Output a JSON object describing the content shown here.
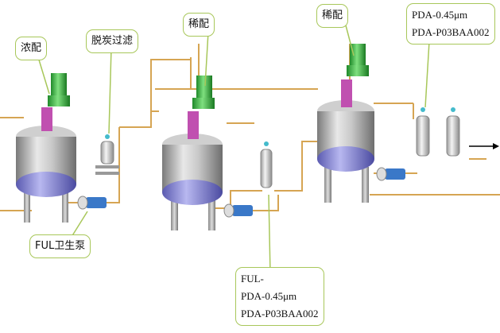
{
  "title": "Process flow: concentrated mixing, carbon-removal filtration, dilution, filtration",
  "labels": {
    "thick_mix": "浓配",
    "decarb_filter": "脱炭过滤",
    "dilute_mix_1": "稀配",
    "dilute_mix_2": "稀配",
    "sanitary_pump": "FUL卫生泵",
    "filter_mid": [
      "FUL-",
      "PDA-0.45μm",
      "PDA-P03BAA002"
    ],
    "filter_right": [
      "PDA-0.45μm",
      "PDA-P03BAA002"
    ]
  },
  "colors": {
    "tank_body": "#b8b8b8",
    "tank_bottom": "#8f8fd8",
    "motor_green": "#3fbf4a",
    "pipe": "#d6a553",
    "callout_border": "#a8c75a",
    "pump_blue": "#3a78c8"
  },
  "output_arrow": "flow-out-arrow"
}
